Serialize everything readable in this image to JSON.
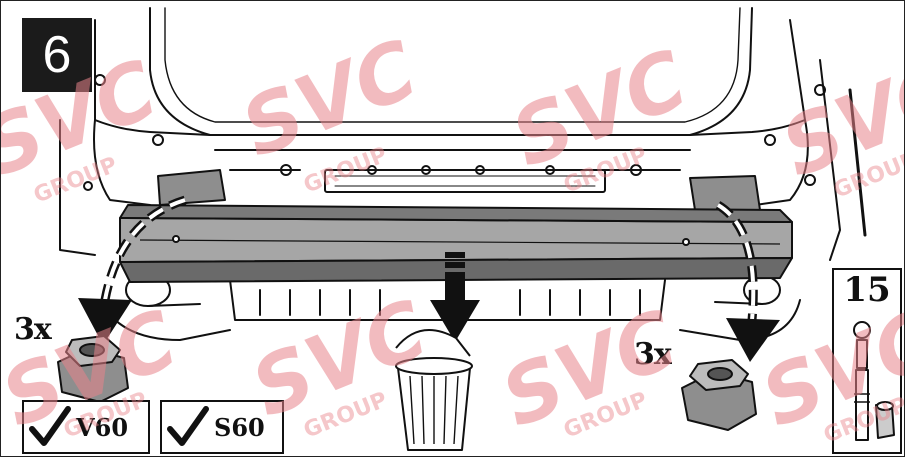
{
  "step": {
    "number": "6"
  },
  "quantities": {
    "left": "3x",
    "right": "3x"
  },
  "models": [
    {
      "label": "V60",
      "checked": true
    },
    {
      "label": "S60",
      "checked": true
    }
  ],
  "torque": {
    "value": "15"
  },
  "watermark": {
    "brand": "SVC",
    "sub": "GROUP",
    "color": "#e8838a"
  },
  "colors": {
    "ink": "#111111",
    "step_bg": "#1b1b1b",
    "part_fill": "#8e8e8e",
    "part_dark": "#555555"
  }
}
